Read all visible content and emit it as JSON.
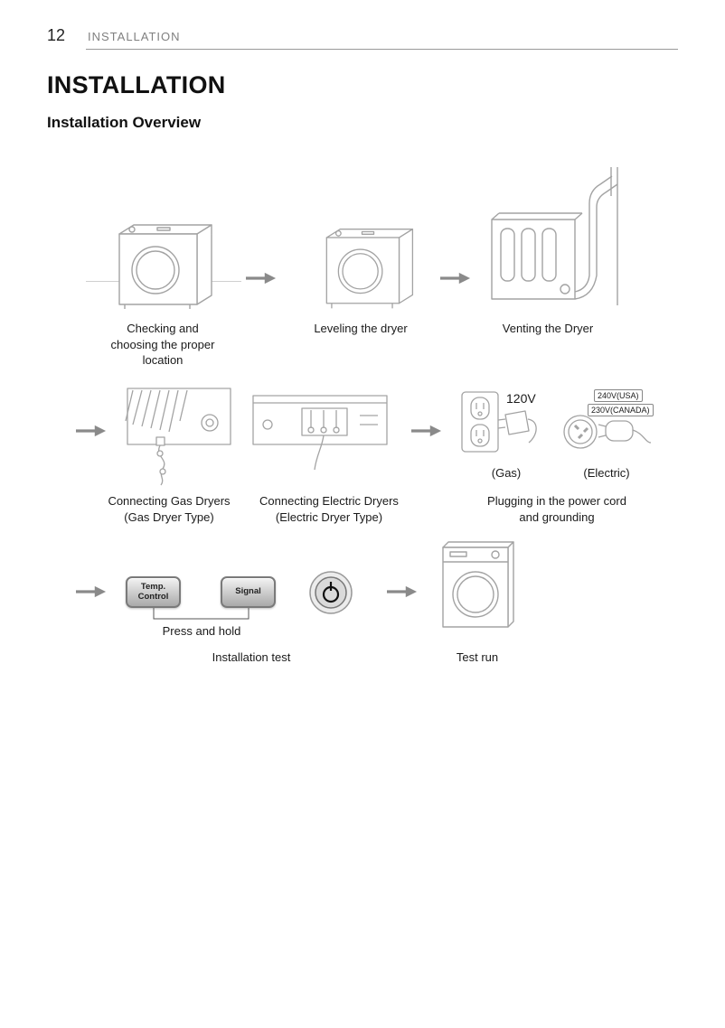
{
  "header": {
    "page_number": "12",
    "section_label": "INSTALLATION"
  },
  "title": "INSTALLATION",
  "subtitle": "Installation Overview",
  "steps": {
    "checking": "Checking and\nchoosing the proper\nlocation",
    "leveling": "Leveling the dryer",
    "venting": "Venting the Dryer",
    "gas": "Connecting Gas Dryers\n(Gas Dryer Type)",
    "electric": "Connecting Electric Dryers\n(Electric Dryer Type)",
    "plugging": "Plugging in the power cord\nand grounding",
    "press_and_hold": "Press and hold",
    "installation_test": "Installation test",
    "test_run": "Test run"
  },
  "power": {
    "gas_voltage": "120V",
    "gas_label": "(Gas)",
    "electric_voltage_usa": "240V(USA)",
    "electric_voltage_canada": "230V(CANADA)",
    "electric_label": "(Electric)"
  },
  "buttons": {
    "temp_control": "Temp.\nControl",
    "signal": "Signal"
  },
  "colors": {
    "line_art": "#a3a3a3",
    "arrow": "#8a8a8a",
    "rule": "#999999"
  }
}
